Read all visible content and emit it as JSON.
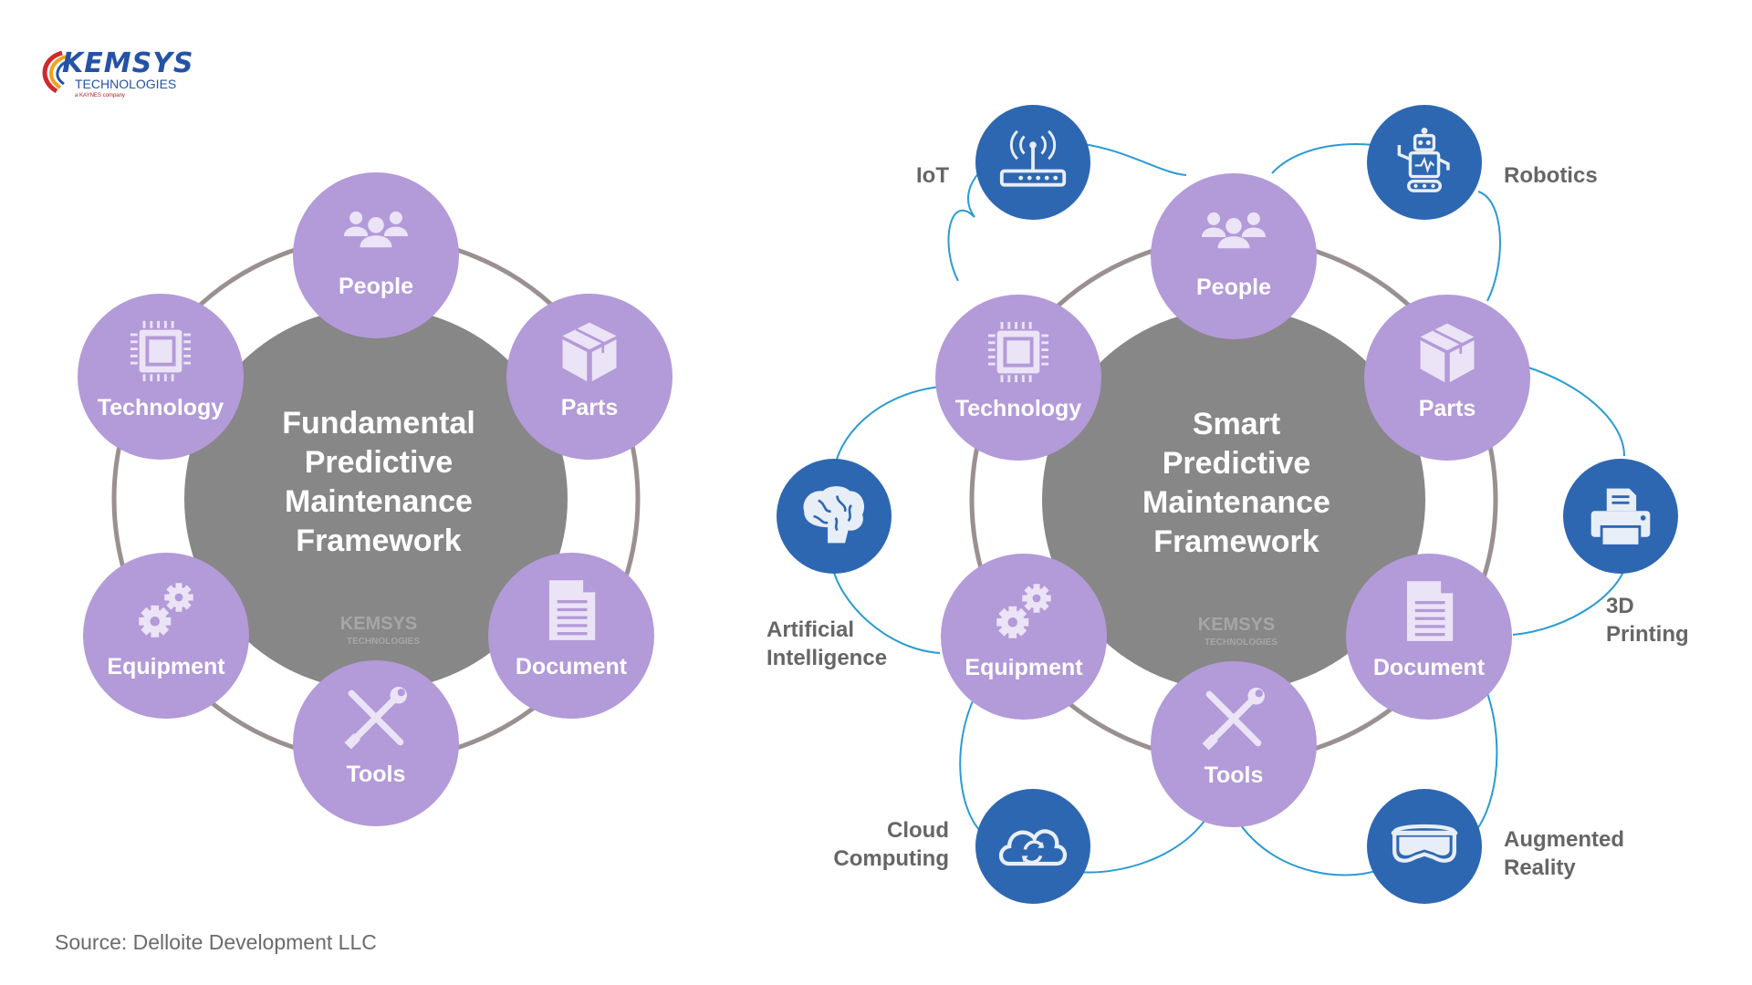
{
  "logo": {
    "brand": "KEMSYS",
    "sub": "TECHNOLOGIES",
    "tiny": "a KAYNES company"
  },
  "source": "Source: Delloite Development LLC",
  "colors": {
    "node": "#b39ad8",
    "center": "#878787",
    "ring": "#9a9090",
    "tech_node": "#2e67b1",
    "tech_line": "#2a9bd0",
    "label": "#666666"
  },
  "left_diagram": {
    "center_lines": [
      "Fundamental",
      "Predictive",
      "Maintenance",
      "Framework"
    ],
    "watermark": "KEMSYS",
    "watermark_sub": "TECHNOLOGIES",
    "nodes": [
      {
        "label": "People",
        "icon": "people-icon"
      },
      {
        "label": "Parts",
        "icon": "box-icon"
      },
      {
        "label": "Document",
        "icon": "document-icon"
      },
      {
        "label": "Tools",
        "icon": "tools-icon"
      },
      {
        "label": "Equipment",
        "icon": "gears-icon"
      },
      {
        "label": "Technology",
        "icon": "chip-icon"
      }
    ]
  },
  "right_diagram": {
    "center_lines": [
      "Smart",
      "Predictive",
      "Maintenance",
      "Framework"
    ],
    "watermark": "KEMSYS",
    "watermark_sub": "TECHNOLOGIES",
    "nodes": [
      {
        "label": "People",
        "icon": "people-icon"
      },
      {
        "label": "Parts",
        "icon": "box-icon"
      },
      {
        "label": "Document",
        "icon": "document-icon"
      },
      {
        "label": "Tools",
        "icon": "tools-icon"
      },
      {
        "label": "Equipment",
        "icon": "gears-icon"
      },
      {
        "label": "Technology",
        "icon": "chip-icon"
      }
    ],
    "tech_nodes": [
      {
        "label_lines": [
          "IoT"
        ],
        "icon": "router-icon"
      },
      {
        "label_lines": [
          "Robotics"
        ],
        "icon": "robot-icon"
      },
      {
        "label_lines": [
          "3D",
          "Printing"
        ],
        "icon": "printer-icon"
      },
      {
        "label_lines": [
          "Augmented",
          "Reality"
        ],
        "icon": "vr-headset-icon"
      },
      {
        "label_lines": [
          "Cloud",
          "Computing"
        ],
        "icon": "cloud-icon"
      },
      {
        "label_lines": [
          "Artificial",
          "Intelligence"
        ],
        "icon": "brain-icon"
      }
    ]
  }
}
